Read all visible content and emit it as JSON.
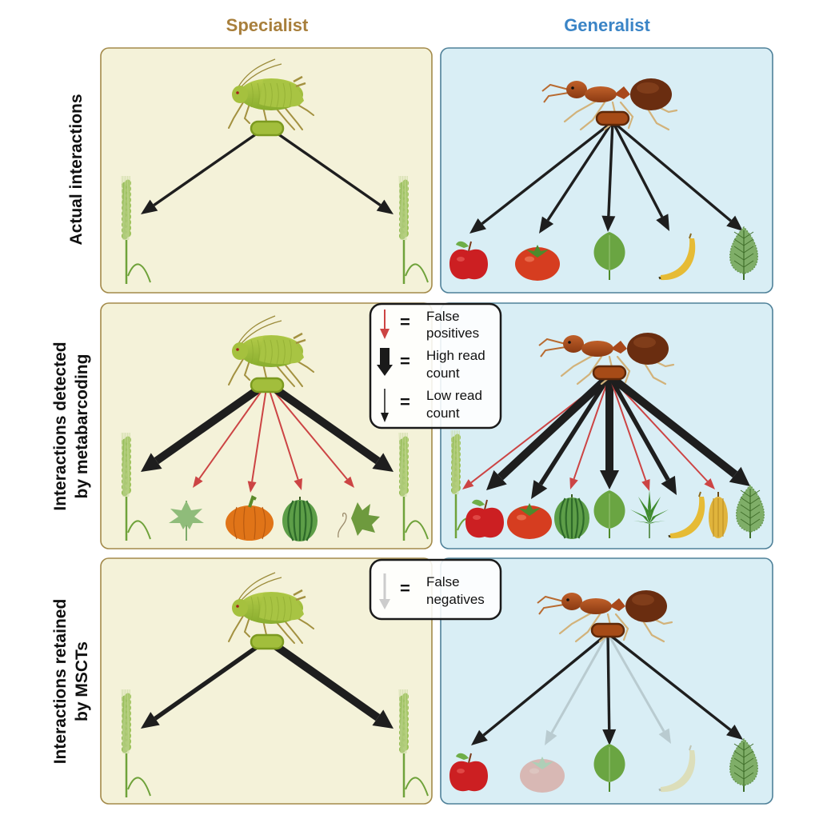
{
  "columns": {
    "specialist": {
      "label": "Specialist",
      "color": "#a87f3c",
      "panel_fill": "#f4f2d9",
      "panel_stroke": "#a38a4a"
    },
    "generalist": {
      "label": "Generalist",
      "color": "#3a84c6",
      "panel_fill": "#d9eef5",
      "panel_stroke": "#4f8199"
    }
  },
  "rows": [
    {
      "id": "actual",
      "label_lines": [
        "Actual interactions"
      ]
    },
    {
      "id": "detected",
      "label_lines": [
        "Interactions detected",
        "by metabarcoding"
      ]
    },
    {
      "id": "retained",
      "label_lines": [
        "Interactions retained",
        "by MSCTs"
      ]
    }
  ],
  "legend_detected": {
    "items": [
      {
        "symbol": "false-positive-arrow",
        "line1": "False",
        "line2": "positives",
        "color": "#cc4444"
      },
      {
        "symbol": "high-read-arrow",
        "line1": "High read",
        "line2": "count",
        "color": "#1a1a1a"
      },
      {
        "symbol": "low-read-arrow",
        "line1": "Low read",
        "line2": "count",
        "color": "#1a1a1a"
      }
    ],
    "equals": "="
  },
  "legend_retained": {
    "items": [
      {
        "symbol": "false-negative-arrow",
        "line1": "False",
        "line2": "negatives",
        "color": "#c8cccc"
      }
    ],
    "equals": "="
  },
  "colors": {
    "true_arrow": "#1e1e1e",
    "false_positive": "#cc4444",
    "false_negative": "#b9cbd0"
  },
  "panels": {
    "specialist_actual": {
      "consumer": "aphid",
      "targets": [
        {
          "name": "wheat",
          "kind": "true",
          "weight": "normal"
        },
        {
          "name": "wheat",
          "kind": "true",
          "weight": "normal"
        }
      ]
    },
    "generalist_actual": {
      "consumer": "ant",
      "targets": [
        {
          "name": "apple",
          "kind": "true",
          "weight": "normal"
        },
        {
          "name": "tomato",
          "kind": "true",
          "weight": "normal"
        },
        {
          "name": "leaf",
          "kind": "true",
          "weight": "normal"
        },
        {
          "name": "banana",
          "kind": "true",
          "weight": "normal"
        },
        {
          "name": "nettle",
          "kind": "true",
          "weight": "normal"
        }
      ]
    },
    "specialist_detected": {
      "consumer": "aphid",
      "targets": [
        {
          "name": "wheat",
          "kind": "true",
          "weight": "high"
        },
        {
          "name": "weed-leaf",
          "kind": "false-positive",
          "weight": "low"
        },
        {
          "name": "pumpkin",
          "kind": "false-positive",
          "weight": "low"
        },
        {
          "name": "watermelon",
          "kind": "false-positive",
          "weight": "low"
        },
        {
          "name": "grape-leaf",
          "kind": "false-positive",
          "weight": "low"
        },
        {
          "name": "wheat",
          "kind": "true",
          "weight": "high"
        }
      ]
    },
    "generalist_detected": {
      "consumer": "ant",
      "targets": [
        {
          "name": "wheat",
          "kind": "false-positive",
          "weight": "low"
        },
        {
          "name": "apple",
          "kind": "true",
          "weight": "high"
        },
        {
          "name": "tomato",
          "kind": "true",
          "weight": "medium"
        },
        {
          "name": "watermelon",
          "kind": "false-positive",
          "weight": "low"
        },
        {
          "name": "leaf",
          "kind": "true",
          "weight": "high"
        },
        {
          "name": "cannabis",
          "kind": "false-positive",
          "weight": "low"
        },
        {
          "name": "banana",
          "kind": "true",
          "weight": "medium"
        },
        {
          "name": "cacao",
          "kind": "false-positive",
          "weight": "low"
        },
        {
          "name": "nettle",
          "kind": "true",
          "weight": "high"
        }
      ]
    },
    "specialist_retained": {
      "consumer": "aphid",
      "targets": [
        {
          "name": "wheat",
          "kind": "true",
          "weight": "medium"
        },
        {
          "name": "wheat",
          "kind": "true",
          "weight": "high"
        }
      ]
    },
    "generalist_retained": {
      "consumer": "ant",
      "targets": [
        {
          "name": "apple",
          "kind": "true",
          "weight": "normal"
        },
        {
          "name": "tomato",
          "kind": "false-negative",
          "weight": "normal"
        },
        {
          "name": "leaf",
          "kind": "true",
          "weight": "normal"
        },
        {
          "name": "banana",
          "kind": "false-negative",
          "weight": "normal"
        },
        {
          "name": "nettle",
          "kind": "true",
          "weight": "normal"
        }
      ]
    }
  }
}
